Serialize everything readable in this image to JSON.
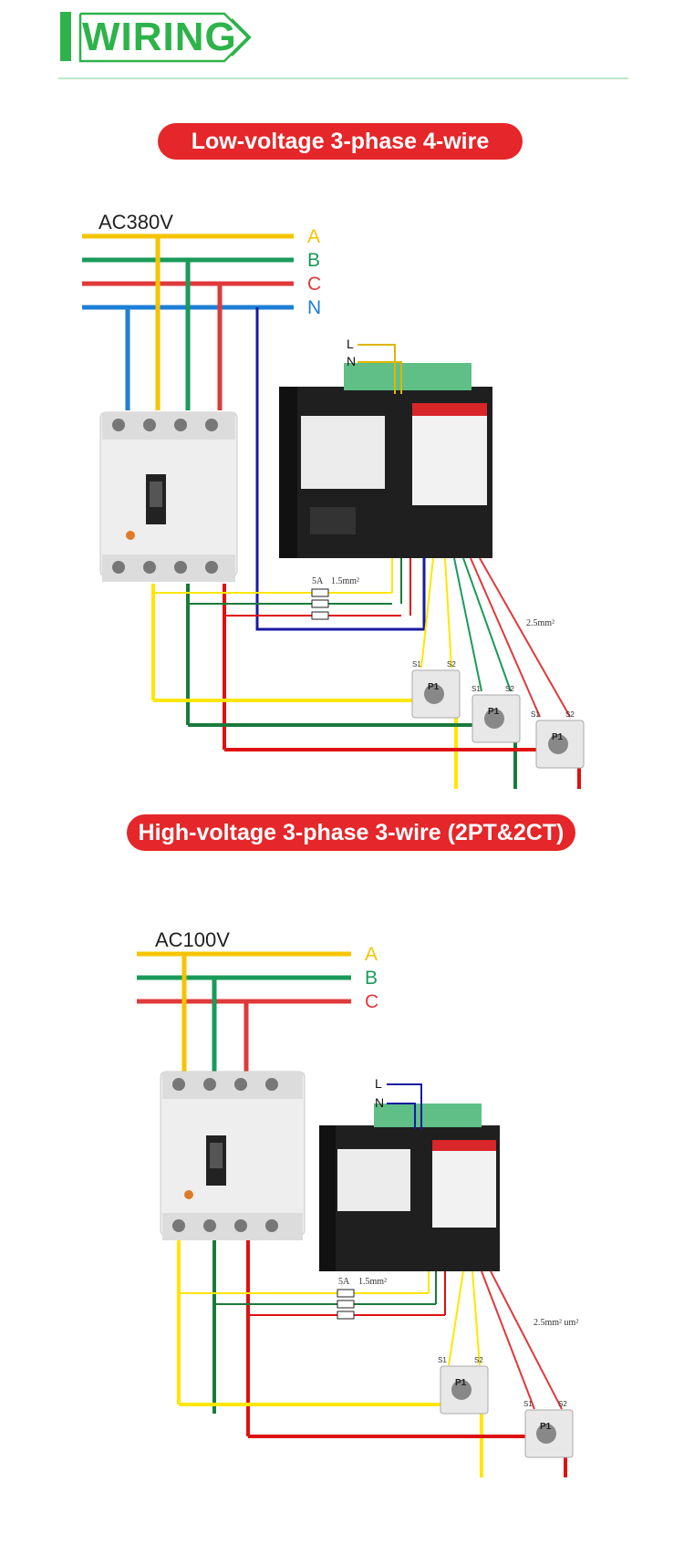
{
  "header": {
    "title": "WIRING"
  },
  "sections": [
    {
      "title": "Low-voltage 3-phase 4-wire",
      "voltage": "AC380V",
      "phases": [
        "A",
        "B",
        "C",
        "N"
      ],
      "meter_power_labels": [
        "L",
        "N"
      ],
      "fuse_label": "5A",
      "voltage_wire_label": "1.5mm²",
      "current_wire_label": "2.5mm²",
      "ct_label": "P1",
      "ct_terminals": [
        "S1",
        "S2"
      ]
    },
    {
      "title": "High-voltage 3-phase 3-wire (2PT&2CT)",
      "voltage": "AC100V",
      "phases": [
        "A",
        "B",
        "C"
      ],
      "meter_power_labels": [
        "L",
        "N"
      ],
      "fuse_label": "5A",
      "voltage_wire_label": "1.5mm²",
      "current_wire_label": "2.5mm² um²",
      "ct_label": "P1",
      "ct_terminals": [
        "S1",
        "S2"
      ]
    }
  ],
  "colors": {
    "phase_a": "#f5c400",
    "phase_b": "#1a9a5a",
    "phase_c": "#e0393a",
    "phase_n": "#1e7fd6",
    "accent_green": "#2db34a",
    "pill_red": "#e5262a"
  }
}
